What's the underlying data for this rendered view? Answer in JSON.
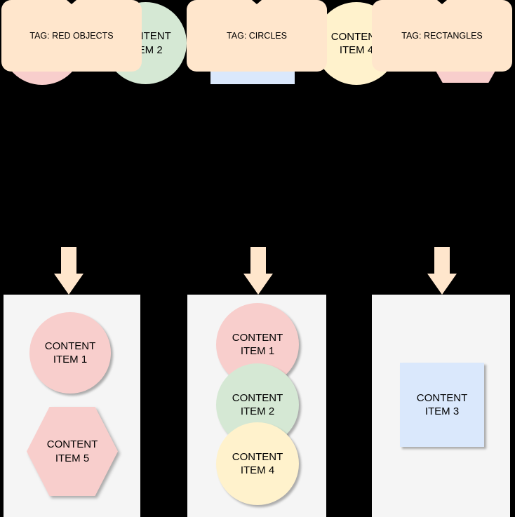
{
  "palette": {
    "background": "#000000",
    "pink": "#f8cecc",
    "green": "#d5e8d4",
    "blue": "#dae8fc",
    "yellow": "#fff2cc",
    "peach": "#ffe6cc",
    "container_gray": "#f5f5f5",
    "text": "#000000"
  },
  "items": [
    {
      "shape": "circle",
      "color": "pink",
      "line1": "CONTENT",
      "line2": "ITEM 1"
    },
    {
      "shape": "circle",
      "color": "green",
      "line1": "CONTENT",
      "line2": "ITEM 2"
    },
    {
      "shape": "square",
      "color": "blue",
      "line1": "CONTENT",
      "line2": "ITEM 3"
    },
    {
      "shape": "circle",
      "color": "yellow",
      "line1": "CONTENT",
      "line2": "ITEM 4"
    },
    {
      "shape": "hexagon",
      "color": "pink",
      "line1": "CONTENT",
      "line2": "ITEM 5"
    }
  ],
  "tags": [
    {
      "label": "TAG: RED OBJECTS"
    },
    {
      "label": "TAG: CIRCLES"
    },
    {
      "label": "TAG: RECTANGLES"
    }
  ],
  "groups": [
    {
      "tag": "TAG: RED OBJECTS",
      "items": [
        {
          "shape": "circle",
          "color": "pink",
          "line1": "CONTENT",
          "line2": "ITEM 1"
        },
        {
          "shape": "hexagon",
          "color": "pink",
          "line1": "CONTENT",
          "line2": "ITEM 5"
        }
      ]
    },
    {
      "tag": "TAG: CIRCLES",
      "items": [
        {
          "shape": "circle",
          "color": "pink",
          "line1": "CONTENT",
          "line2": "ITEM 1"
        },
        {
          "shape": "circle",
          "color": "green",
          "line1": "CONTENT",
          "line2": "ITEM 2"
        },
        {
          "shape": "circle",
          "color": "yellow",
          "line1": "CONTENT",
          "line2": "ITEM 4"
        }
      ]
    },
    {
      "tag": "TAG: RECTANGLES",
      "items": [
        {
          "shape": "square",
          "color": "blue",
          "line1": "CONTENT",
          "line2": "ITEM 3"
        }
      ]
    }
  ]
}
